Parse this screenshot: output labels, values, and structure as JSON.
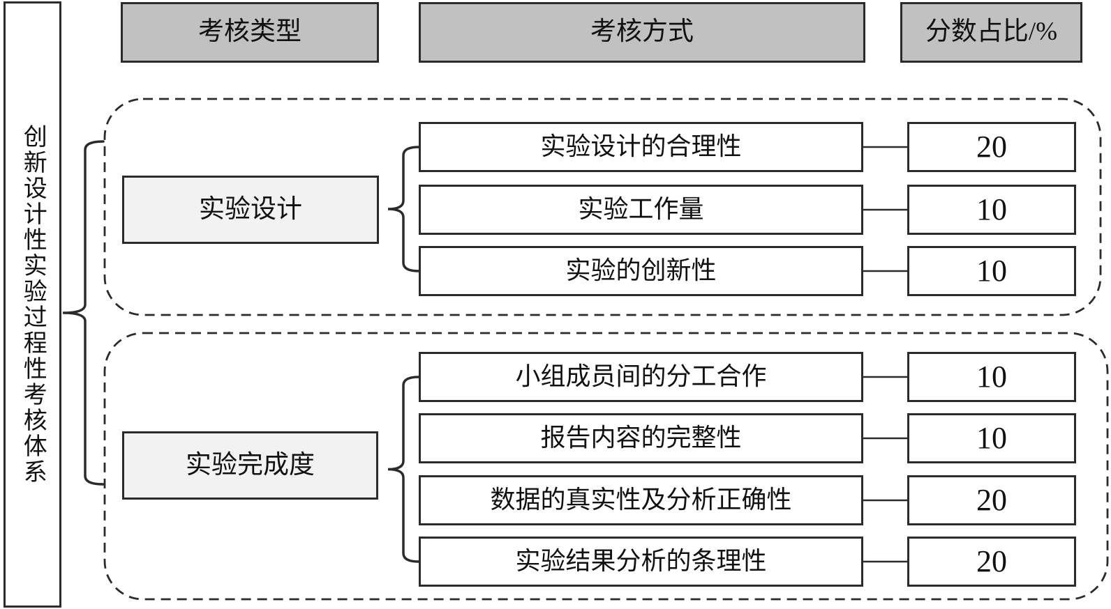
{
  "title_column": {
    "text": "创新设计性实验过程性考核体系"
  },
  "headers": [
    {
      "label": "考核类型"
    },
    {
      "label": "考核方式"
    },
    {
      "label": "分数占比/%"
    }
  ],
  "groups": [
    {
      "type_label": "实验设计",
      "rows": [
        {
          "method": "实验设计的合理性",
          "score": "20"
        },
        {
          "method": "实验工作量",
          "score": "10"
        },
        {
          "method": "实验的创新性",
          "score": "10"
        }
      ]
    },
    {
      "type_label": "实验完成度",
      "rows": [
        {
          "method": "小组成员间的分工合作",
          "score": "10"
        },
        {
          "method": "报告内容的完整性",
          "score": "10"
        },
        {
          "method": "数据的真实性及分析正确性",
          "score": "20"
        },
        {
          "method": "实验结果分析的条理性",
          "score": "20"
        }
      ]
    }
  ],
  "colors": {
    "border": "#2b2b2b",
    "header_fill": "#c1c1c1",
    "type_fill": "#f2f2f2",
    "box_fill": "#ffffff"
  }
}
